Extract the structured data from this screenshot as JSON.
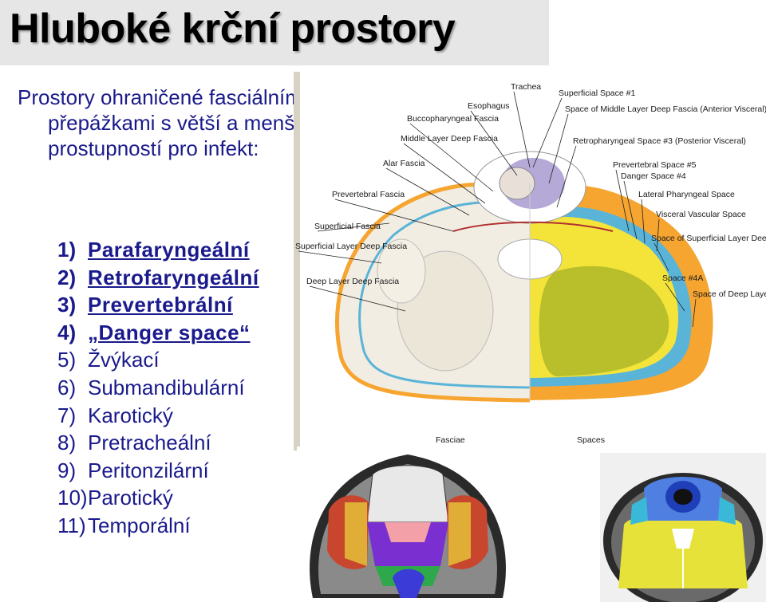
{
  "title": "Hluboké krční prostory",
  "intro": "Prostory ohraničené fasciálními přepážkami s větší a menší prostupností pro infekt:",
  "spaces": [
    {
      "num": "1)",
      "label": "Parafaryngeální",
      "bold": true
    },
    {
      "num": "2)",
      "label": "Retrofaryngeální",
      "bold": true
    },
    {
      "num": "3)",
      "label": "Prevertebrální",
      "bold": true
    },
    {
      "num": "4)",
      "label": "„Danger space“",
      "bold": true
    },
    {
      "num": "5)",
      "label": "Žvýkací",
      "bold": false
    },
    {
      "num": "6)",
      "label": "Submandibulární",
      "bold": false
    },
    {
      "num": "7)",
      "label": "Karotický",
      "bold": false
    },
    {
      "num": "8)",
      "label": "Pretracheální",
      "bold": false
    },
    {
      "num": "9)",
      "label": "Peritonzilární",
      "bold": false
    },
    {
      "num": "10)",
      "label": "Parotický",
      "bold": false
    },
    {
      "num": "11)",
      "label": "Temporální",
      "bold": false
    }
  ],
  "diagram": {
    "labels_left": [
      "Trachea",
      "Esophagus",
      "Buccopharyngeal Fascia",
      "Middle Layer Deep Fascia",
      "Alar Fascia",
      "Prevertebral Fascia",
      "Superficial Fascia",
      "Superficial Layer Deep Fascia",
      "Deep Layer Deep Fascia"
    ],
    "labels_right": [
      "Superficial Space #1",
      "Space of Middle Layer Deep Fascia (Anterior Visceral)",
      "Retropharyngeal Space #3 (Posterior Visceral)",
      "Prevertebral Space #5",
      "Danger Space #4",
      "Lateral Pharyngeal Space",
      "Visceral Vascular Space",
      "Space of Superficial Layer Deep Fascia",
      "Space #4A",
      "Space of Deep Layer Deep Fascia"
    ],
    "caption_left": "Fasciae",
    "caption_right": "Spaces"
  },
  "colors": {
    "text": "#1a1a8c",
    "title": "#000000",
    "title_bg": "#e6e6e6",
    "orange": "#f6a531",
    "yellow": "#f4e43a",
    "olive": "#b8bf2a",
    "blue": "#5ab4d8",
    "lavender": "#a89bd0"
  }
}
